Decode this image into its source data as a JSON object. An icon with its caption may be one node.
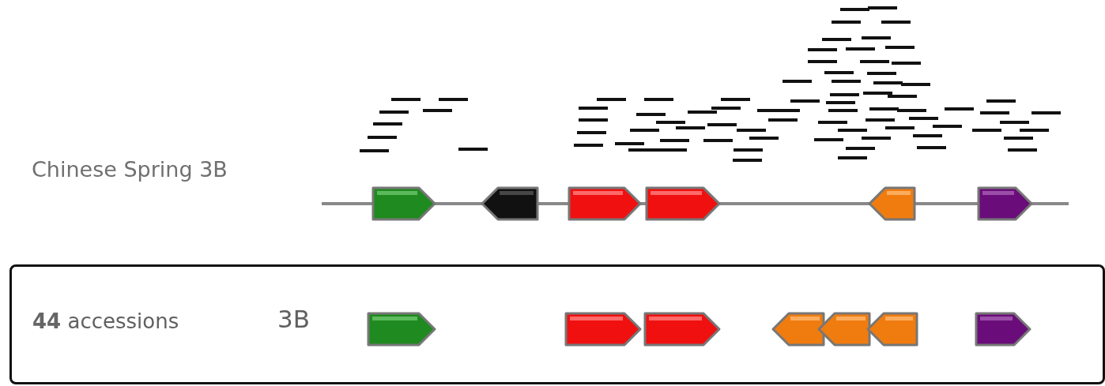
{
  "diagram": {
    "nodes": [
      {
        "text": [
          "**44** accessions",
          "3B"
        ]
      }
    ],
    "labels": [
      "Chinese Spring 3B"
    ]
  }
}
